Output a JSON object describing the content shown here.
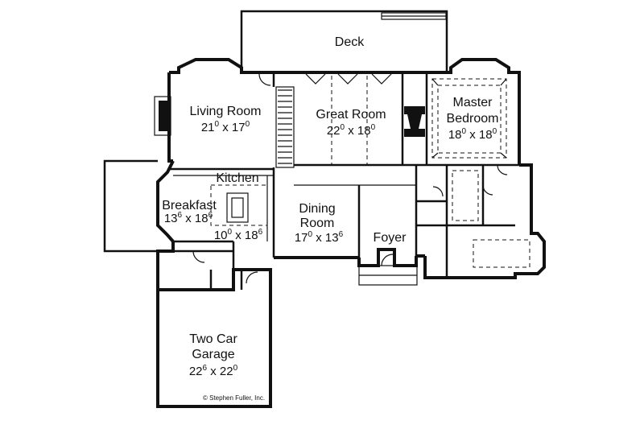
{
  "rooms": {
    "deck": {
      "name": "Deck"
    },
    "living": {
      "name": "Living Room",
      "w": "21",
      "wi": "0",
      "l": "17",
      "li": "0"
    },
    "great": {
      "name": "Great Room",
      "w": "22",
      "wi": "0",
      "l": "18",
      "li": "0"
    },
    "master": {
      "name1": "Master",
      "name2": "Bedroom",
      "w": "18",
      "wi": "0",
      "l": "18",
      "li": "0"
    },
    "kitchen": {
      "name": "Kitchen",
      "w": "10",
      "wi": "0",
      "l": "18",
      "li": "6"
    },
    "breakfast": {
      "name": "Breakfast",
      "w": "13",
      "wi": "6",
      "l": "18",
      "li": "6"
    },
    "dining": {
      "name1": "Dining",
      "name2": "Room",
      "w": "17",
      "wi": "0",
      "l": "13",
      "li": "6"
    },
    "foyer": {
      "name": "Foyer"
    },
    "garage": {
      "name1": "Two Car",
      "name2": "Garage",
      "w": "22",
      "wi": "6",
      "l": "22",
      "li": "0"
    }
  },
  "dim_separator": " x ",
  "copyright": "© Stephen Fuller, Inc."
}
